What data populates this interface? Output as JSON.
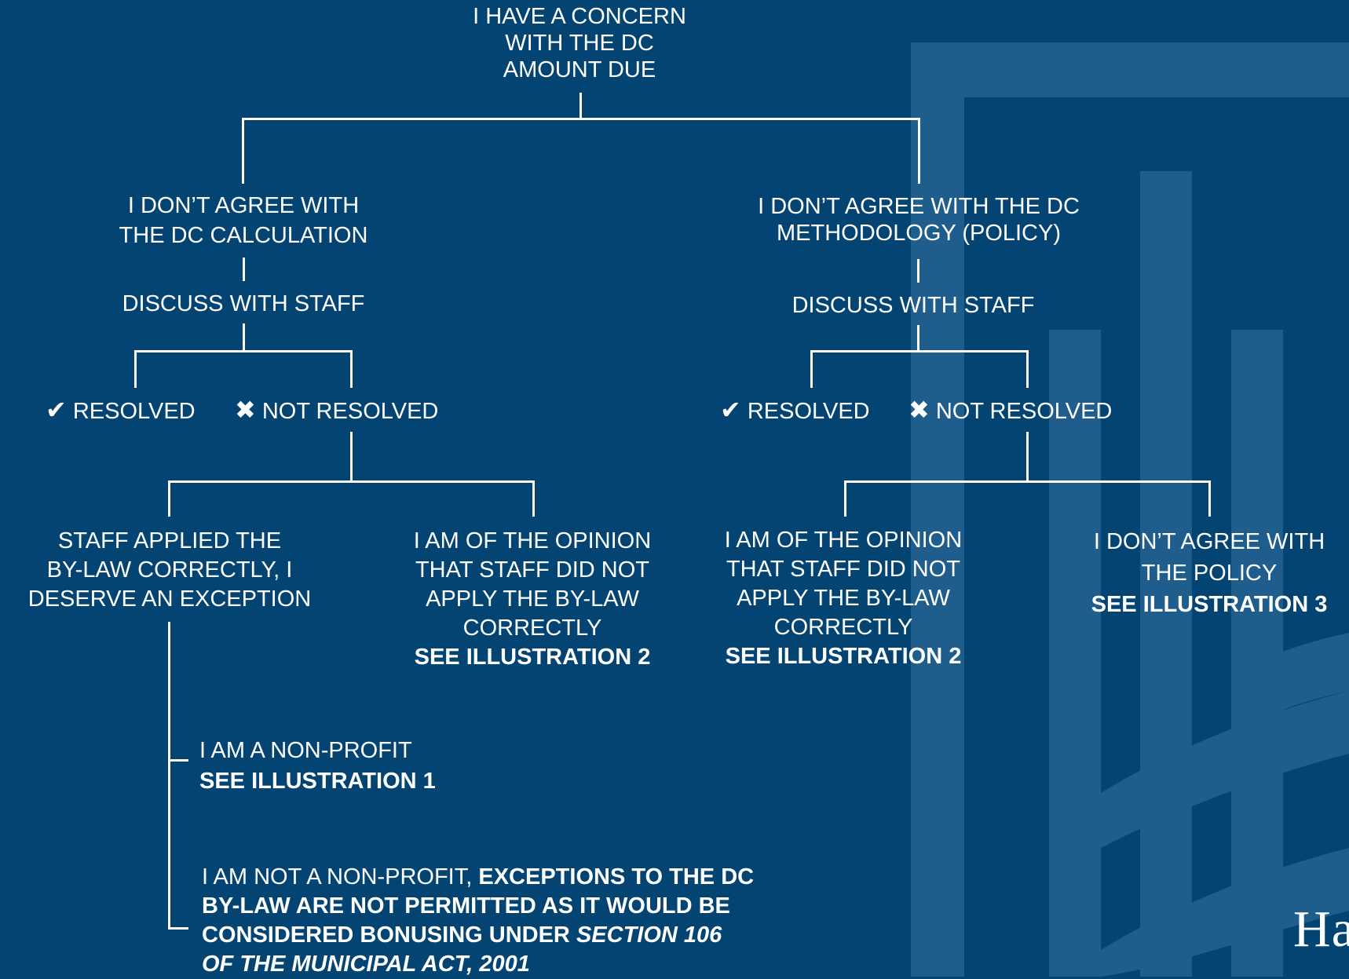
{
  "colors": {
    "background": "#034472",
    "watermark": "#1f5e8c",
    "text": "#ffffff"
  },
  "root": {
    "lines": [
      "I HAVE A CONCERN",
      "WITH THE DC",
      "AMOUNT DUE"
    ]
  },
  "left": {
    "title": [
      "I DON’T AGREE WITH",
      "THE DC CALCULATION"
    ],
    "discuss": "DISCUSS WITH STAFF",
    "resolved": "RESOLVED",
    "not_resolved": "NOT RESOLVED",
    "exception": [
      "STAFF APPLIED THE",
      "BY-LAW CORRECTLY, I",
      "DESERVE AN EXCEPTION"
    ],
    "opinion": [
      "I AM OF THE OPINION",
      "THAT STAFF DID NOT",
      "APPLY THE BY-LAW",
      "CORRECTLY"
    ],
    "opinion_link": "SEE ILLUSTRATION 2",
    "nonprofit": "I AM A NON-PROFIT",
    "nonprofit_link": "SEE ILLUSTRATION 1",
    "not_nonprofit_prefix": "I AM NOT A NON-PROFIT, ",
    "not_nonprofit_bold_1": "EXCEPTIONS TO THE DC",
    "not_nonprofit_bold_2": "BY-LAW ARE NOT PERMITTED AS IT WOULD BE",
    "not_nonprofit_bold_3": "CONSIDERED BONUSING UNDER ",
    "not_nonprofit_italic_1": "SECTION 106",
    "not_nonprofit_italic_2": "OF THE MUNICIPAL ACT, 2001"
  },
  "right": {
    "title": [
      "I DON’T AGREE WITH THE DC",
      "METHODOLOGY (POLICY)"
    ],
    "discuss": "DISCUSS WITH STAFF",
    "resolved": "RESOLVED",
    "not_resolved": "NOT RESOLVED",
    "opinion": [
      "I AM OF THE OPINION",
      "THAT STAFF DID NOT",
      "APPLY THE BY-LAW",
      "CORRECTLY"
    ],
    "opinion_link": "SEE ILLUSTRATION 2",
    "policy": [
      "I DON’T AGREE WITH",
      "THE POLICY"
    ],
    "policy_link": "SEE ILLUSTRATION 3"
  },
  "icons": {
    "check": "checkmark-icon",
    "cross": "cross-icon"
  },
  "logo_text": "Ha"
}
